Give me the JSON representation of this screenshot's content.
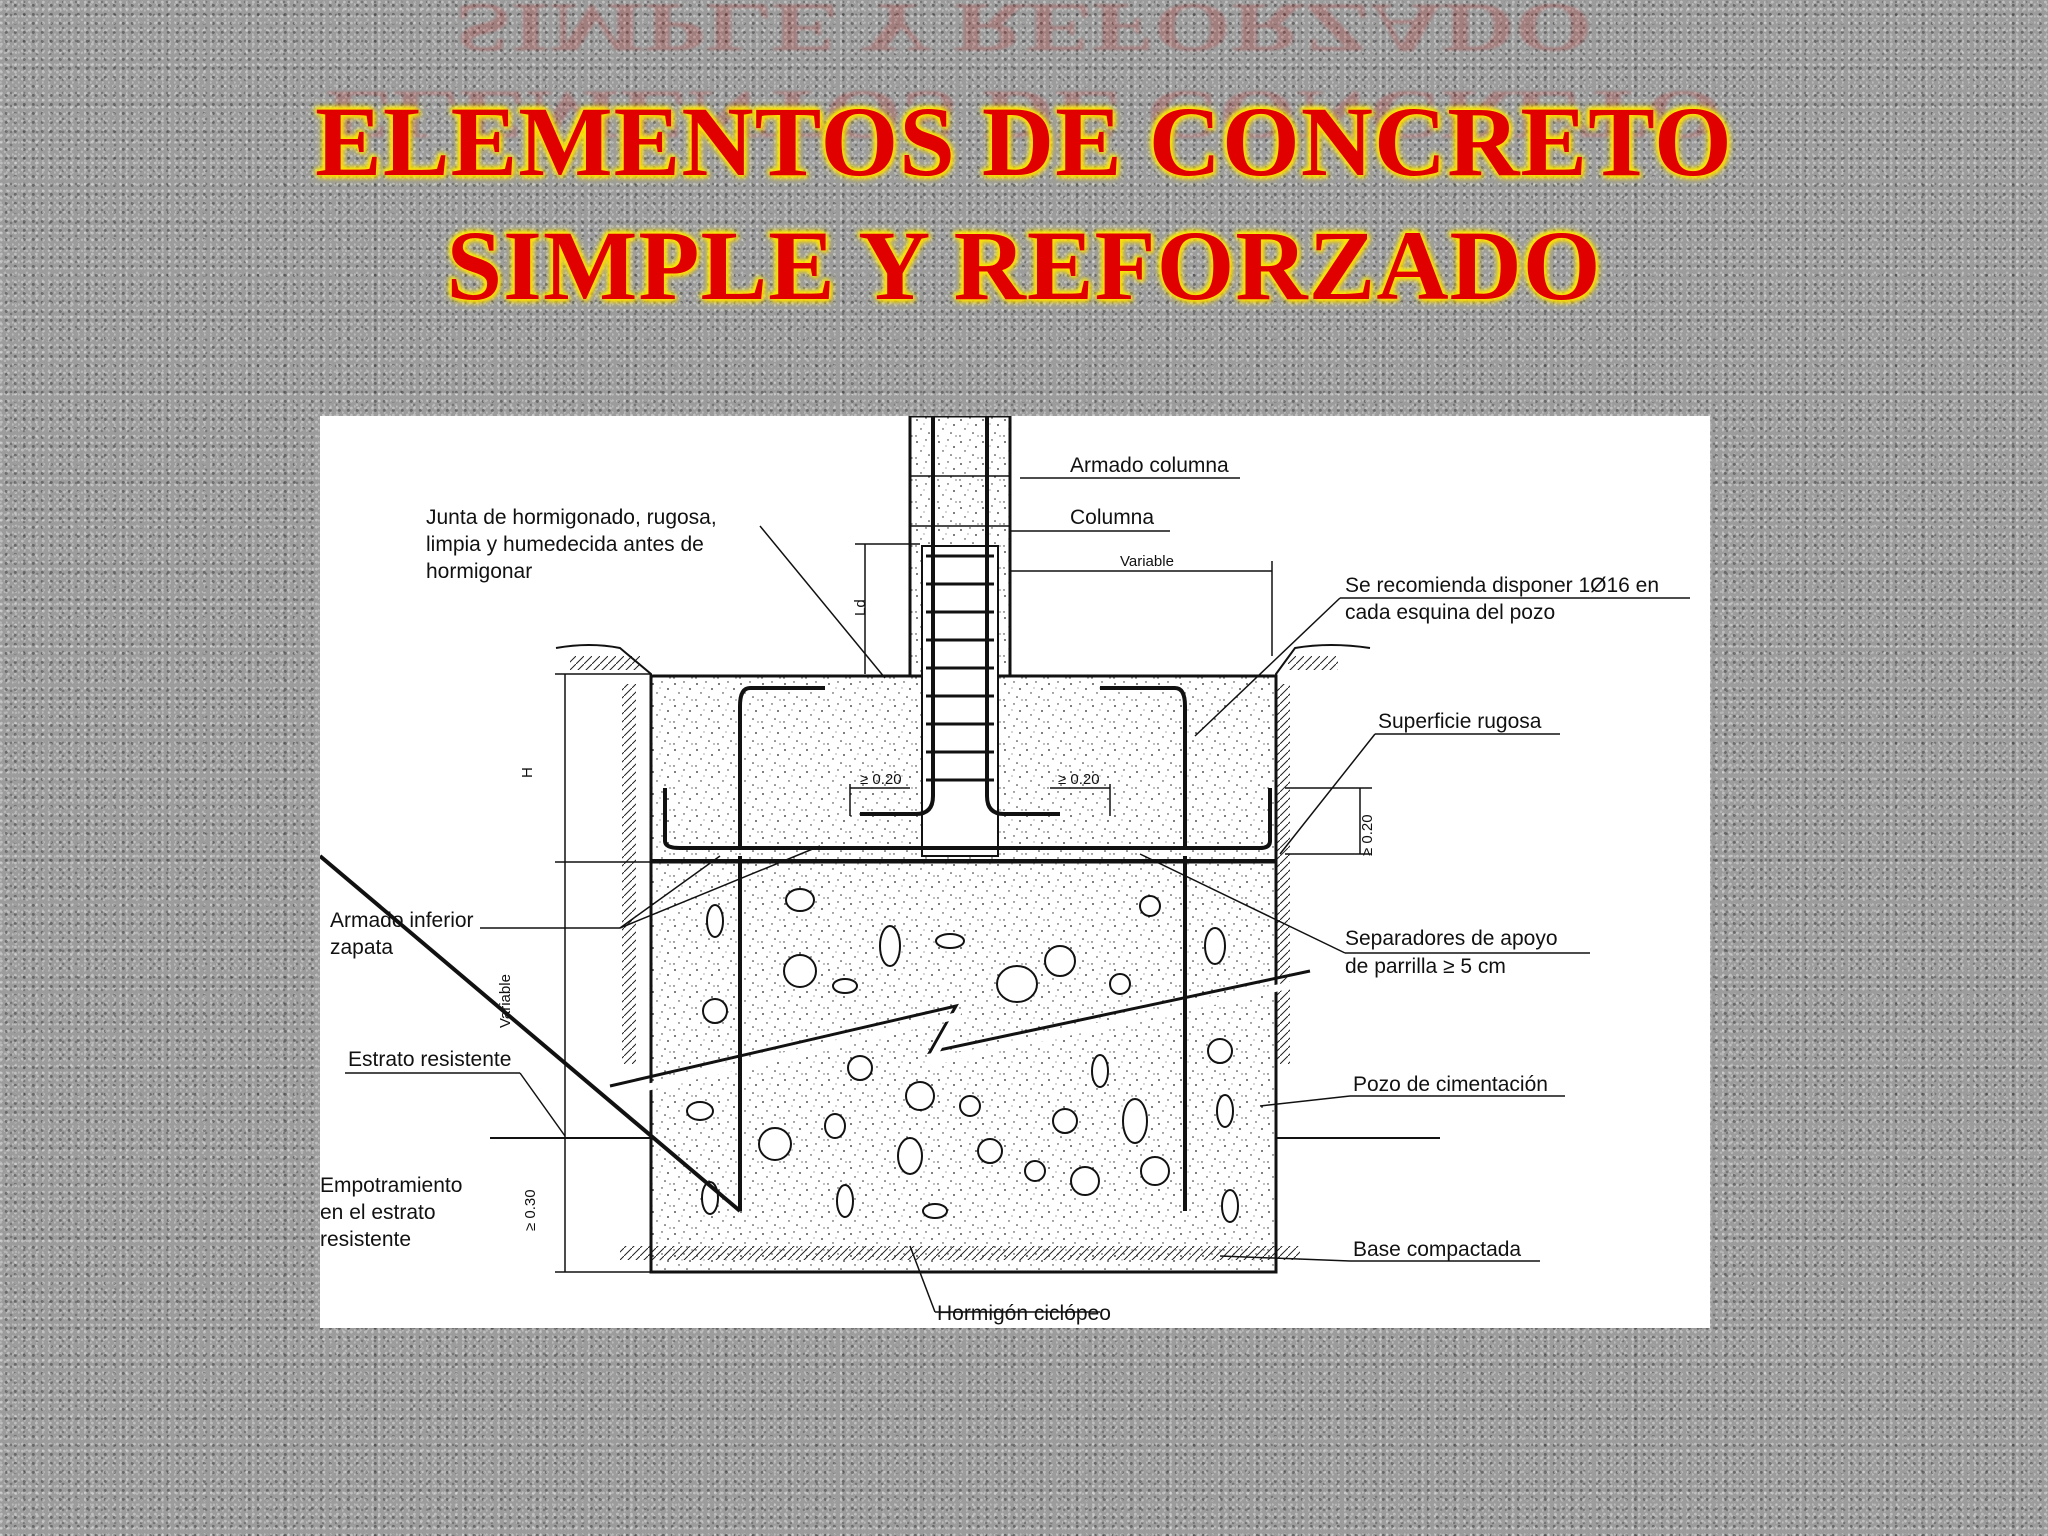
{
  "title": {
    "line1": "ELEMENTOS DE CONCRETO",
    "line2": "SIMPLE Y REFORZADO"
  },
  "diagram": {
    "labels": {
      "armado_columna": "Armado columna",
      "columna": "Columna",
      "variable_top": "Variable",
      "junta_1": "Junta de hormigonado, rugosa,",
      "junta_2": "limpia y humedecida antes de",
      "junta_3": "hormigonar",
      "recomienda_1": "Se recomienda disponer 1Ø16 en",
      "recomienda_2": "cada esquina del pozo",
      "superficie": "Superficie rugosa",
      "ld": "Ld",
      "h": "H",
      "dim_020_left": "≥ 0.20",
      "dim_020_right": "≥ 0.20",
      "dim_020_side": "≥ 0.20",
      "armado_inf_1": "Armado inferior",
      "armado_inf_2": "zapata",
      "separadores_1": "Separadores de apoyo",
      "separadores_2": "de parrilla  ≥  5 cm",
      "variable_side": "Variable",
      "estrato": "Estrato resistente",
      "pozo": "Pozo de cimentación",
      "empot_1": "Empotramiento",
      "empot_2": "en el estrato",
      "empot_3": "resistente",
      "dim_030": "≥ 0.30",
      "base": "Base compactada",
      "ciclopeo": "Hormigón ciclópeo"
    }
  }
}
